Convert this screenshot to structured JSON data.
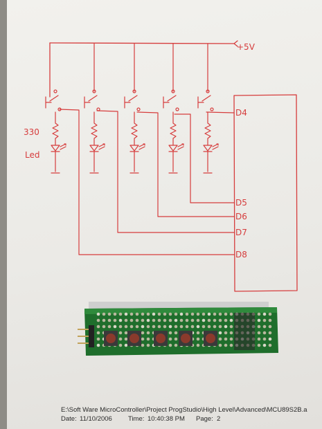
{
  "schematic": {
    "supply_label": "+5V",
    "resistor_label": "330",
    "led_label": "Led",
    "pins": [
      "D4",
      "D5",
      "D6",
      "D7",
      "D8"
    ],
    "branch_count": 5,
    "ink_color": "#d63c3c"
  },
  "board": {
    "button_count": 5,
    "pcb_color": "#1f6e2c",
    "button_color": "#8a3a2c"
  },
  "footer": {
    "path": "E:\\Soft Ware MicroController\\Project ProgStudio\\High Level\\Advanced\\MCU89S2B.a",
    "date_label": "Date:",
    "date_value": "11/10/2006",
    "time_label": "Time:",
    "time_value": "10:40:38 PM",
    "page_label": "Page:",
    "page_value": "2"
  }
}
